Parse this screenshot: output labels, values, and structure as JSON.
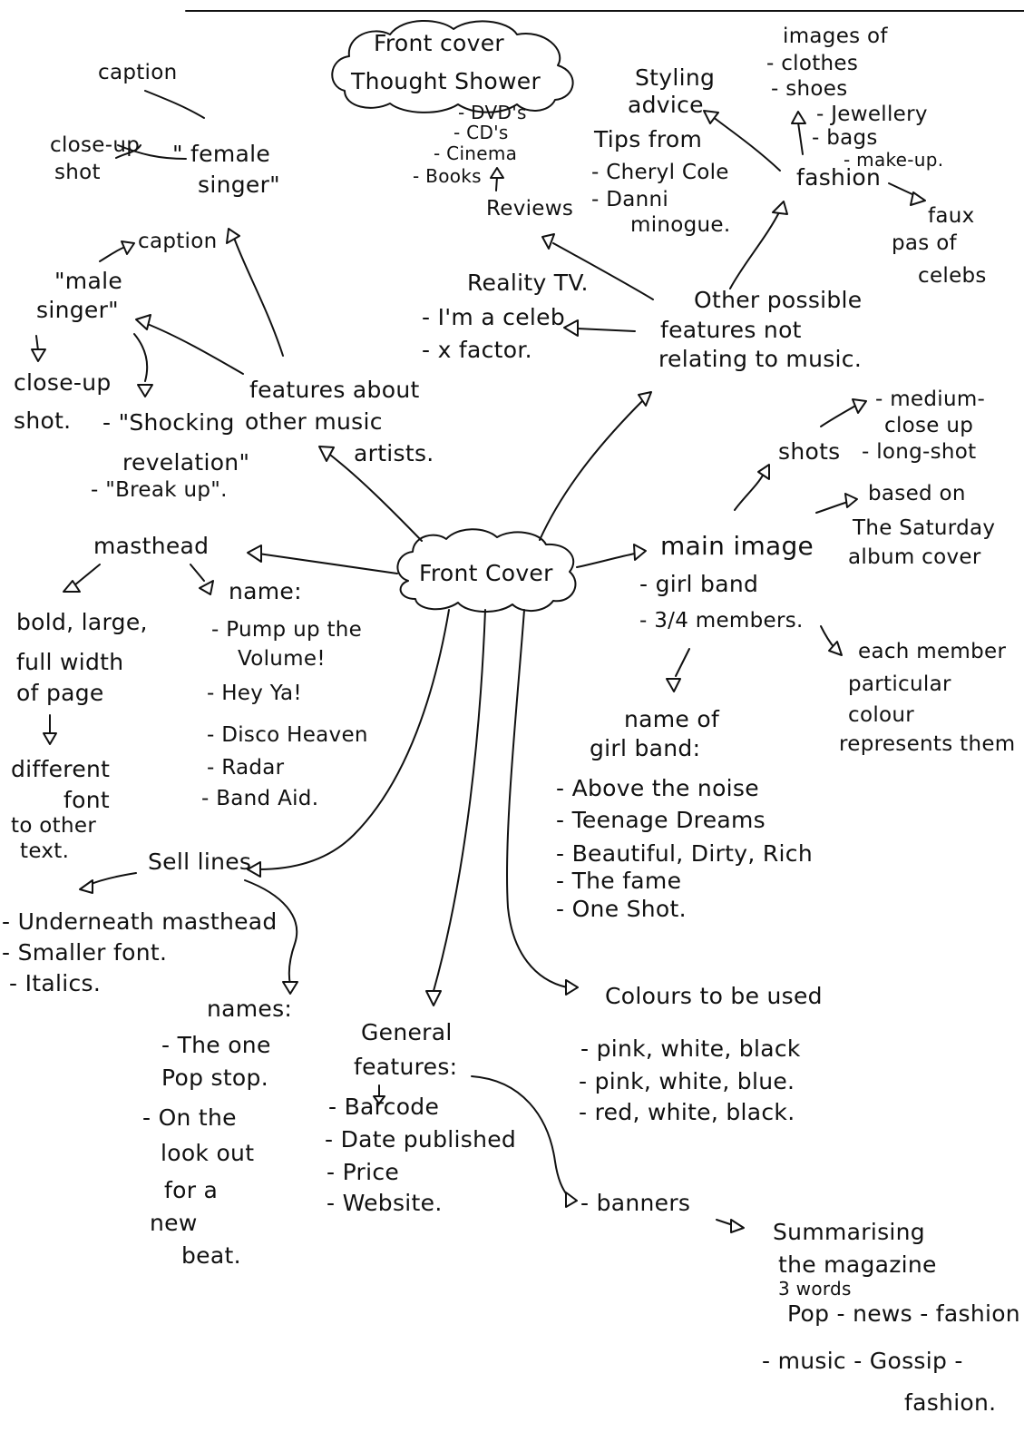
{
  "center": "Front Cover",
  "thought_shower": {
    "title1": "Front cover",
    "title2": "Thought Shower",
    "items": [
      "- DVD's",
      "- CD's",
      "- Cinema",
      "- Books"
    ]
  },
  "reviews": "Reviews",
  "captions": [
    "caption",
    "caption"
  ],
  "female_singer": {
    "close_up": "close-up",
    "shot": "shot",
    "label1": "\" female",
    "label2": "singer\""
  },
  "male_singer": {
    "label1": "\"male",
    "label2": "singer\"",
    "close_up1": "close-up",
    "close_up2": "shot.",
    "shocking1": "- \"Shocking",
    "shocking2": "revelation\"",
    "break_up": "- \"Break up\"."
  },
  "features_artists": [
    "features about",
    "other music",
    "artists."
  ],
  "styling": {
    "label1": "Styling",
    "label2": "advice",
    "tips": "Tips from",
    "names": [
      "- Cheryl Cole",
      "- Danni",
      "minogue."
    ]
  },
  "fashion": {
    "label": "fashion",
    "images_title": [
      "images of",
      "- clothes",
      "- shoes"
    ],
    "images_more": [
      "- Jewellery",
      "- bags",
      "- make-up."
    ],
    "faux": [
      "faux",
      "pas of",
      "celebs"
    ]
  },
  "reality": {
    "label": "Reality TV.",
    "items": [
      "- I'm a celeb",
      "- x factor."
    ]
  },
  "other_features": [
    "Other possible",
    "features not",
    "relating to music."
  ],
  "shots": {
    "label": "shots",
    "items": [
      "- medium-",
      "close up",
      "- long-shot"
    ]
  },
  "based_on": [
    "based on",
    "The Saturday",
    "album cover"
  ],
  "main_image": {
    "label": "main image",
    "items": [
      "- girl band",
      "- 3/4 members."
    ]
  },
  "each_member": [
    "each member",
    "particular",
    "colour",
    "represents them"
  ],
  "girl_band": {
    "title": [
      "name of",
      "girl band:"
    ],
    "names": [
      "- Above the noise",
      "- Teenage Dreams",
      "- Beautiful, Dirty, Rich",
      "- The fame",
      "- One Shot."
    ]
  },
  "masthead": {
    "label": "masthead",
    "style": [
      "bold, large,",
      "full width",
      "of page"
    ],
    "different": [
      "different",
      "font",
      "to other",
      "text."
    ],
    "name_title": "name:",
    "names": [
      "- Pump up the",
      "Volume!",
      "- Hey Ya!",
      "- Disco Heaven",
      "- Radar",
      "- Band Aid."
    ]
  },
  "sell_lines": {
    "label": "Sell lines",
    "items": [
      "- Underneath masthead",
      "- Smaller font.",
      "- Italics."
    ],
    "names_title": "names:",
    "names": [
      "- The one",
      "Pop stop.",
      "- On the",
      "look out",
      "for a",
      "new",
      "beat."
    ]
  },
  "general": {
    "title": [
      "General",
      "features:"
    ],
    "items": [
      "- Barcode",
      "- Date published",
      "- Price",
      "- Website."
    ]
  },
  "colours": {
    "title": "Colours to be used",
    "items": [
      "- pink, white, black",
      "- pink, white, blue.",
      "- red, white, black."
    ]
  },
  "banners": {
    "label": "- banners",
    "summary": [
      "Summarising",
      "the magazine"
    ],
    "words": "3 words",
    "lines": [
      "Pop - news - fashion",
      "- music - Gossip -",
      "fashion."
    ]
  }
}
